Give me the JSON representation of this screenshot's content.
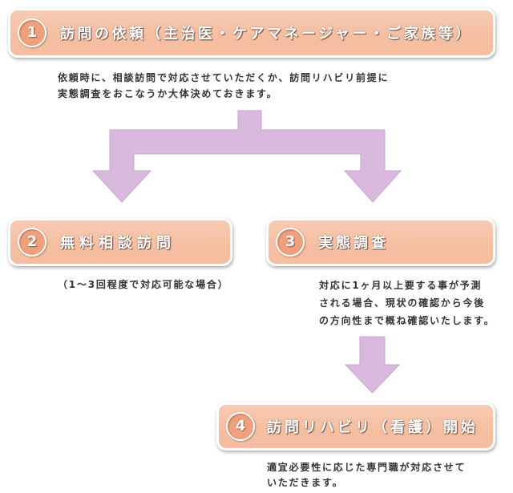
{
  "colors": {
    "box_fill": "#f6bea0",
    "badge_fill": "#f0a07c",
    "arrow_fill": "#d9b9de",
    "arrow_edge": "#c7a4cd",
    "text_dark": "#333333"
  },
  "steps": [
    {
      "number": "1",
      "title": "訪問の依頼（主治医・ケアマネージャー・ご家族等）",
      "description": [
        "依頼時に、相談訪問で対応させていただくか、訪問リハビリ前提に",
        "実態調査をおこなうか大体決めておきます。"
      ]
    },
    {
      "number": "2",
      "title": "無料相談訪問",
      "description": [
        "（1〜3回程度で対応可能な場合）"
      ]
    },
    {
      "number": "3",
      "title": "実態調査",
      "description": [
        "対応に1ヶ月以上要する事が予測",
        "される場合、現状の確認から今後",
        "の方向性まで概ね確認いたします。"
      ]
    },
    {
      "number": "4",
      "title": "訪問リハビリ（看護）開始",
      "description": [
        "適宜必要性に応じた専門職が対応させて",
        "いただきます。"
      ]
    }
  ]
}
